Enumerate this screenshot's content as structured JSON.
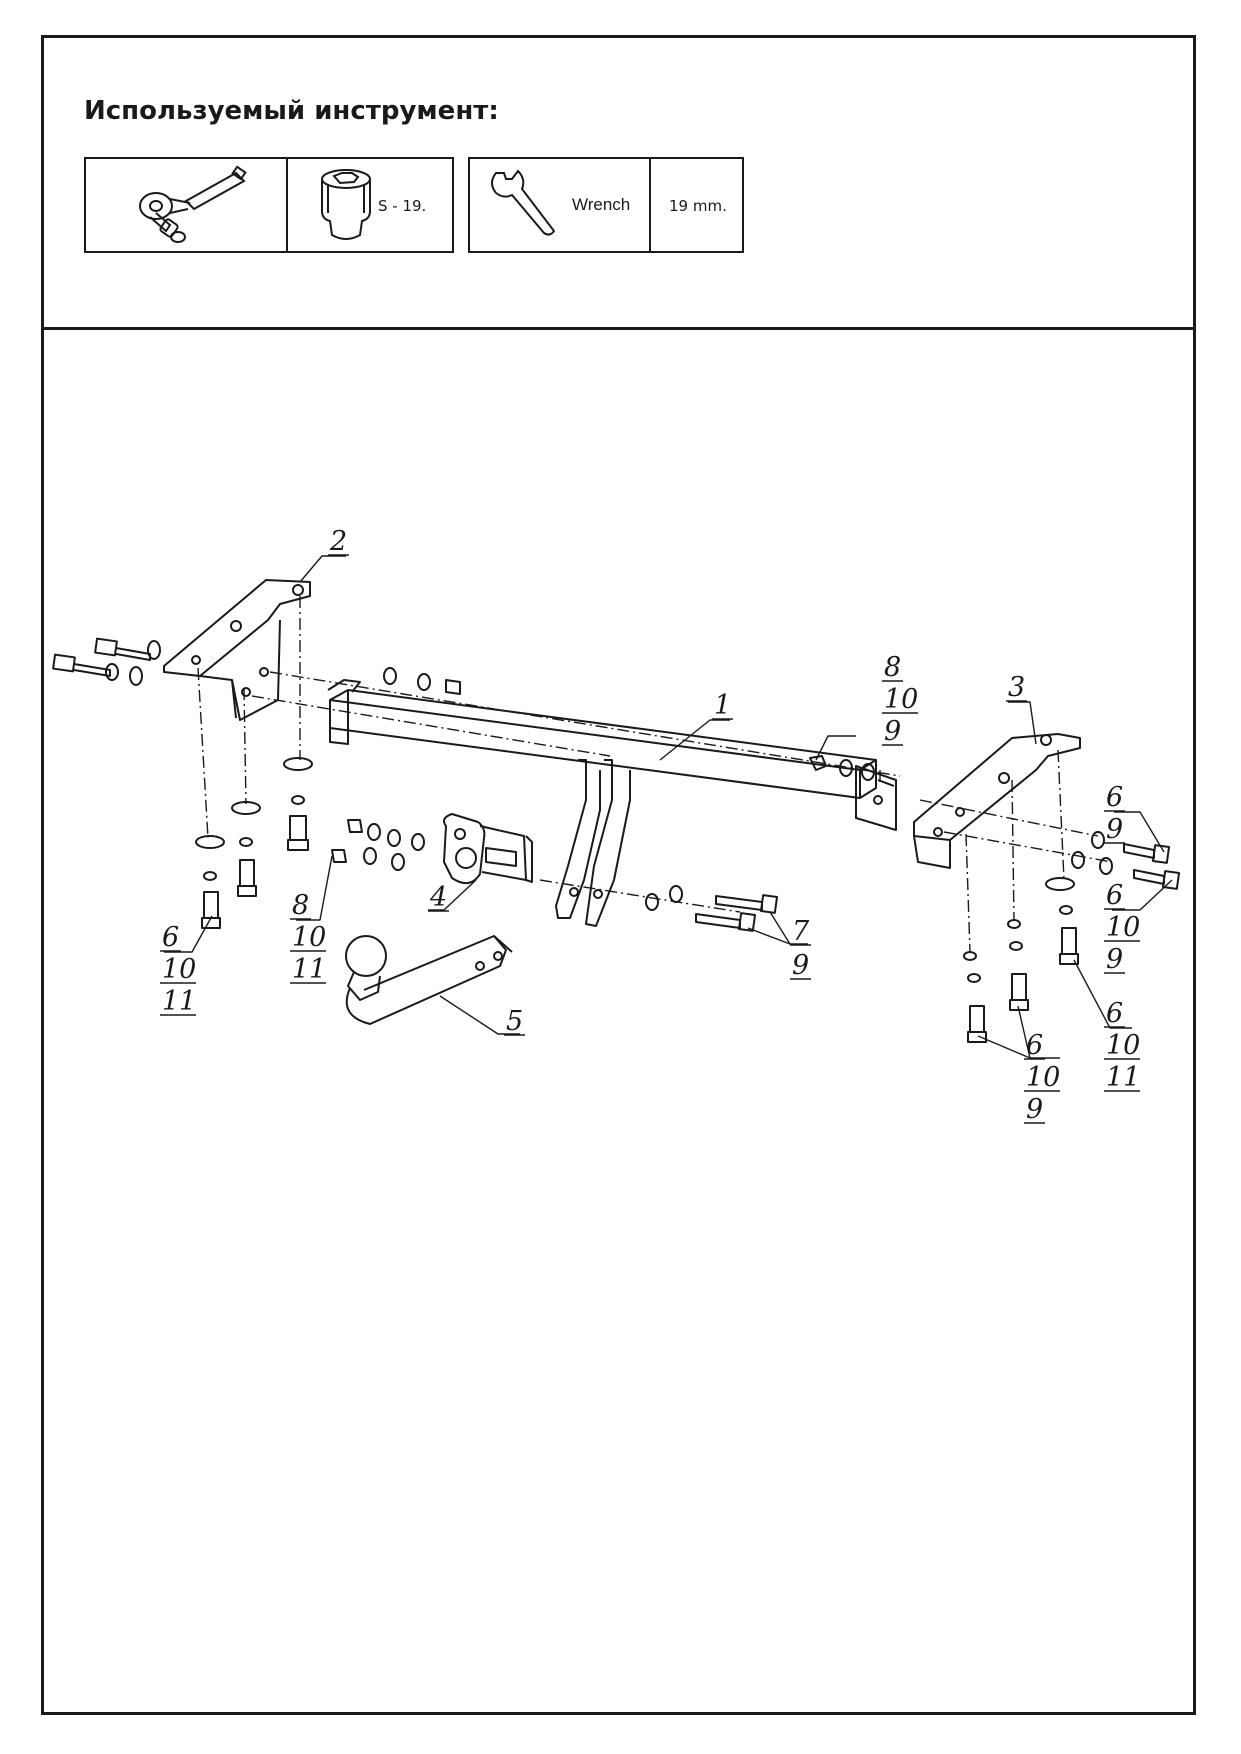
{
  "heading": "Используемый инструмент:",
  "tools": {
    "socket_size": "S - 19.",
    "wrench_name": "Wrench",
    "wrench_size": "19 mm."
  },
  "callouts": {
    "c1": "1",
    "c2": "2",
    "c3": "3",
    "c4": "4",
    "c5": "5",
    "left_bolts_a": "6",
    "left_bolts_b": "10",
    "left_bolts_c": "11",
    "left_nut_a": "8",
    "left_nut_b": "10",
    "left_nut_c": "11",
    "right_nut_a": "8",
    "right_nut_b": "10",
    "right_nut_c": "9",
    "bracket_bolts_a": "7",
    "bracket_bolts_b": "9",
    "right_top_a": "6",
    "right_top_b": "9",
    "right_mid_a": "6",
    "right_mid_b": "10",
    "right_mid_c": "9",
    "right_vert_a": "6",
    "right_vert_b": "10",
    "right_vert_c": "11",
    "right_bottom_a": "6",
    "right_bottom_b": "10",
    "right_bottom_c": "9"
  },
  "colors": {
    "ink": "#1a1a1a",
    "paper": "#ffffff"
  }
}
